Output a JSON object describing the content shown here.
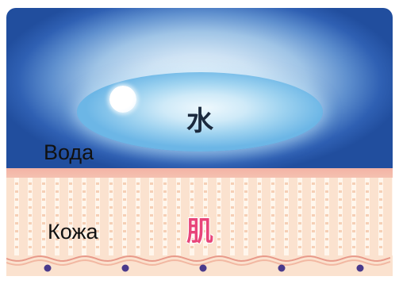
{
  "diagram": {
    "water": {
      "label": "Вода",
      "character": "水"
    },
    "skin": {
      "label": "Кожа",
      "character": "肌"
    },
    "colors": {
      "water_deep": "#214e9e",
      "water_light": "#cfe3f4",
      "droplet": "#9fd3f0",
      "skin_surface": "#f3b3a5",
      "skin_base": "#fbe2cf",
      "skin_char": "#e8457a",
      "cell_dot": "#4a3a8c"
    }
  }
}
